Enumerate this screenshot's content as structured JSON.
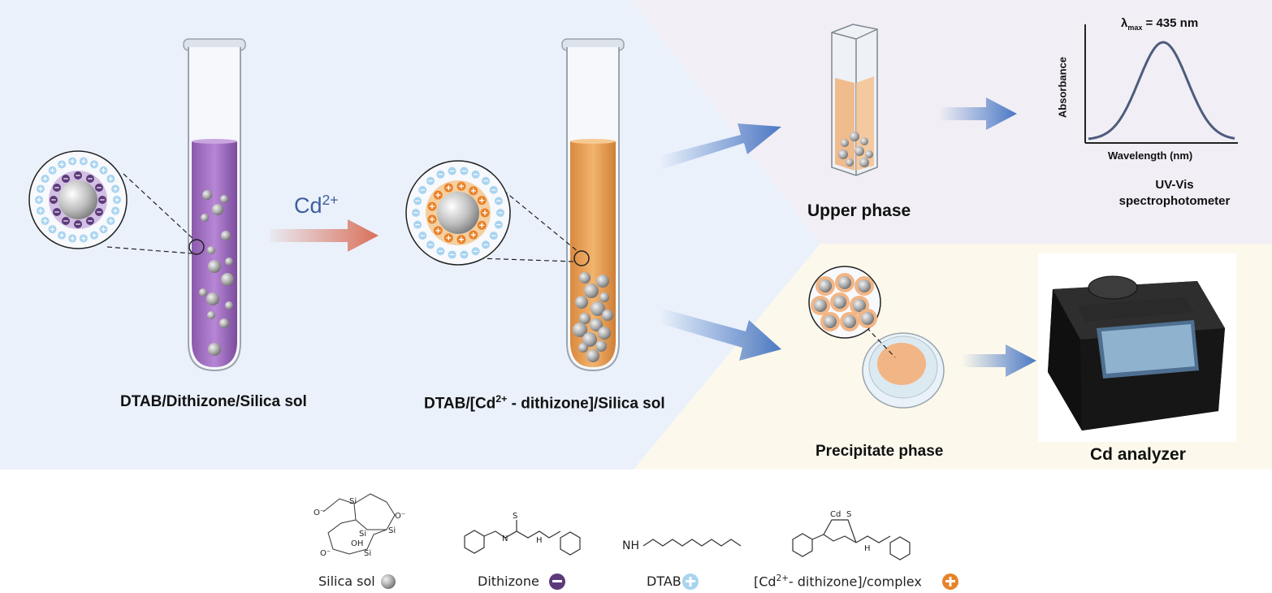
{
  "labels": {
    "sol1": "DTAB/Dithizone/Silica sol",
    "sol2_pre": "DTAB/[Cd",
    "sol2_sup": "2+",
    "sol2_post": " - dithizone]/Silica sol",
    "cd_ion": "Cd",
    "cd_ion_sup": "2+",
    "upper_phase": "Upper phase",
    "precipitate_phase": "Precipitate phase",
    "uv_vis_line1": "UV-Vis",
    "uv_vis_line2": "spectrophotometer",
    "cd_analyzer": "Cd analyzer"
  },
  "spectrum": {
    "lambda_symbol": "λ",
    "lambda_sub": "max",
    "lambda_value": "= 435 nm",
    "ylabel": "Absorbance",
    "xlabel": "Wavelength (nm)"
  },
  "legend": {
    "silica": "Silica sol",
    "dithizone": "Dithizone",
    "dtab": "DTAB",
    "complex_pre": "[Cd",
    "complex_sup": "2+",
    "complex_post": "- dithizone]/complex"
  },
  "chem_text": {
    "si": "Si",
    "o": "O",
    "o_minus": "O⁻",
    "oh": "OH",
    "nh": "NH",
    "n": "N",
    "h": "H",
    "s": "S",
    "cd": "Cd"
  },
  "colors": {
    "purple_solution": "#a06cc4",
    "orange_solution": "#e8a45a",
    "arrow_blue": "#4a78c4",
    "arrow_red": "#d9705a",
    "complex_orange": "#e8822a",
    "dithizone_purple": "#5c3a7a",
    "dtab_blue": "#a8d4f0"
  }
}
